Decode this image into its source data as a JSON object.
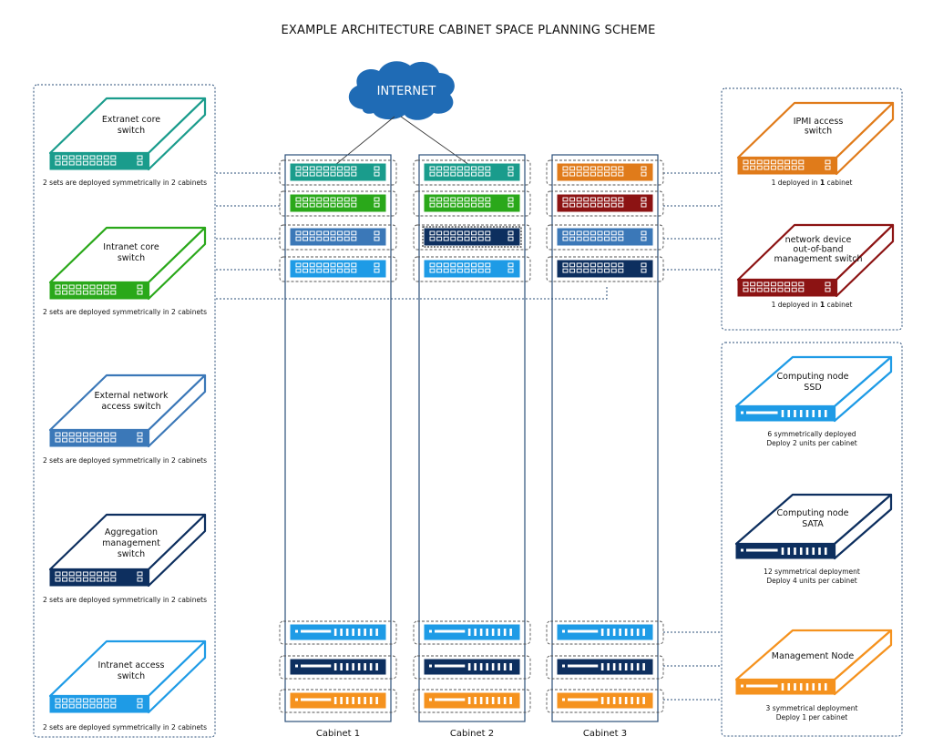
{
  "title": "EXAMPLE ARCHITECTURE CABINET SPACE PLANNING SCHEME",
  "internet_label": "INTERNET",
  "colors": {
    "teal": "#1a9c8c",
    "green": "#2aa81a",
    "blue": "#3b78b8",
    "light_blue": "#1e9be6",
    "navy": "#0d2f5f",
    "orange": "#e07b1a",
    "dark_red": "#8c1313",
    "amber": "#f5921e",
    "cloud": "#1f6bb5",
    "frame": "#2b4f7a"
  },
  "cabinets": [
    {
      "label": "Cabinet 1"
    },
    {
      "label": "Cabinet 2"
    },
    {
      "label": "Cabinet 3"
    }
  ],
  "left_devices": [
    {
      "name_lines": [
        "Extranet core",
        "switch"
      ],
      "note": "2 sets are deployed symmetrically in 2 cabinets",
      "color": "teal"
    },
    {
      "name_lines": [
        "Intranet core",
        "switch"
      ],
      "note": "2 sets are deployed symmetrically in 2 cabinets",
      "color": "green"
    },
    {
      "name_lines": [
        "External network",
        "access switch"
      ],
      "note": "2 sets are deployed symmetrically in 2 cabinets",
      "color": "blue"
    },
    {
      "name_lines": [
        "Aggregation",
        "management",
        "switch"
      ],
      "note": "2 sets are deployed symmetrically in 2 cabinets",
      "color": "navy"
    },
    {
      "name_lines": [
        "Intranet access",
        "switch"
      ],
      "note": "2 sets are deployed symmetrically in 2 cabinets",
      "color": "light_blue"
    }
  ],
  "right_devices": [
    {
      "name_lines": [
        "IPMI access",
        "switch"
      ],
      "note_parts": [
        "1 deployed in ",
        "1",
        " cabinet"
      ],
      "color": "orange",
      "kind": "switch"
    },
    {
      "name_lines": [
        "network device",
        "out-of-band",
        "management switch"
      ],
      "note_parts": [
        "1 deployed in ",
        "1",
        " cabinet"
      ],
      "color": "dark_red",
      "kind": "switch"
    }
  ],
  "right_nodes": [
    {
      "name_lines": [
        "Computing node",
        "SSD"
      ],
      "note_lines": [
        "6 symmetrically deployed",
        "Deploy 2 units per cabinet"
      ],
      "color": "light_blue"
    },
    {
      "name_lines": [
        "Computing node",
        "SATA"
      ],
      "note_lines": [
        "12 symmetrical deployment",
        "Deploy 4 units per cabinet"
      ],
      "color": "navy"
    },
    {
      "name_lines": [
        "Management Node"
      ],
      "note_lines": [
        "3 symmetrical deployment",
        "Deploy 1 per cabinet"
      ],
      "color": "amber"
    }
  ],
  "cabinet_switch_rows": [
    [
      "teal",
      "teal",
      "orange"
    ],
    [
      "green",
      "green",
      "dark_red"
    ],
    [
      "blue",
      "navy",
      "blue"
    ],
    [
      "light_blue",
      "light_blue",
      "navy"
    ]
  ],
  "cabinet_server_rows": [
    [
      "light_blue",
      "light_blue",
      "light_blue"
    ],
    [
      "navy",
      "navy",
      "navy"
    ],
    [
      "amber",
      "amber",
      "amber"
    ]
  ]
}
